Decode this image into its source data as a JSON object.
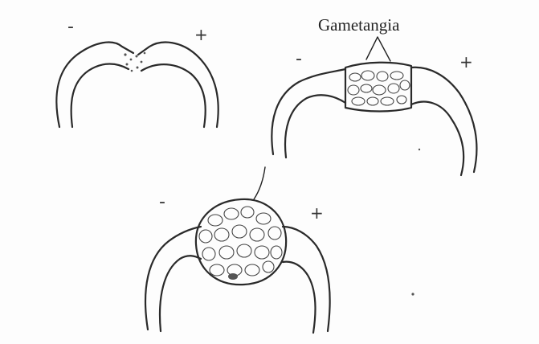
{
  "stages": [
    {
      "id": "contact",
      "minus": "-",
      "plus": "+"
    },
    {
      "id": "gametangia",
      "minus": "-",
      "plus": "+",
      "label": "Gametangia"
    },
    {
      "id": "zygospore",
      "minus": "-",
      "plus": "+"
    }
  ],
  "colors": {
    "ink": "#2a2a2a",
    "background": "#ffffff"
  }
}
